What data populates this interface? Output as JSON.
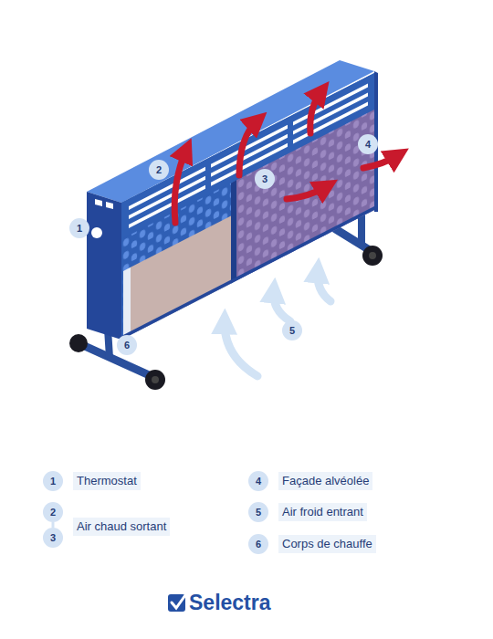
{
  "diagram": {
    "labels": [
      "1",
      "2",
      "3",
      "4",
      "5",
      "6",
      "1",
      "2",
      "3",
      "4",
      "5",
      "6",
      "Selectra"
    ],
    "legend": [
      {
        "text": "Thermostat"
      },
      {
        "text": "Air chaud sortant"
      },
      {
        "text": "Façade alvéolée"
      },
      {
        "text": "Air froid entrant"
      },
      {
        "text": "Corps de chauffe"
      }
    ]
  }
}
